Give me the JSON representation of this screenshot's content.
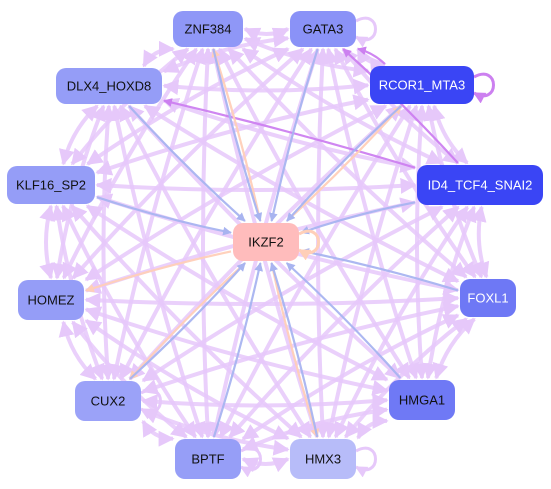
{
  "nodes": [
    {
      "id": "ZNF384",
      "label": "ZNF384",
      "fill": "#8f97f7",
      "text_color": "#111111"
    },
    {
      "id": "GATA3",
      "label": "GATA3",
      "fill": "#8a92f7",
      "text_color": "#111111"
    },
    {
      "id": "DLX4_HOXD8",
      "label": "DLX4_HOXD8",
      "fill": "#959df7",
      "text_color": "#111111"
    },
    {
      "id": "RCOR1_MTA3",
      "label": "RCOR1_MTA3",
      "fill": "#3a45f5",
      "text_color": "#ffffff"
    },
    {
      "id": "KLF16_SP2",
      "label": "KLF16_SP2",
      "fill": "#959df7",
      "text_color": "#111111"
    },
    {
      "id": "ID4_TCF4_SNAI2",
      "label": "ID4_TCF4_SNAI2",
      "fill": "#3a45f5",
      "text_color": "#ffffff"
    },
    {
      "id": "IKZF2",
      "label": "IKZF2",
      "fill": "#ffbcbc",
      "text_color": "#111111"
    },
    {
      "id": "HOMEZ",
      "label": "HOMEZ",
      "fill": "#959df7",
      "text_color": "#111111"
    },
    {
      "id": "FOXL1",
      "label": "FOXL1",
      "fill": "#6e78f5",
      "text_color": "#ffffff"
    },
    {
      "id": "CUX2",
      "label": "CUX2",
      "fill": "#9ba2f8",
      "text_color": "#111111"
    },
    {
      "id": "HMGA1",
      "label": "HMGA1",
      "fill": "#6f79f5",
      "text_color": "#111111"
    },
    {
      "id": "BPTF",
      "label": "BPTF",
      "fill": "#969ef7",
      "text_color": "#111111"
    },
    {
      "id": "HMX3",
      "label": "HMX3",
      "fill": "#b7bcf9",
      "text_color": "#111111"
    }
  ],
  "edges": [
    {
      "from": "ZNF384",
      "to": "IKZF2",
      "type": "blue"
    },
    {
      "from": "GATA3",
      "to": "IKZF2",
      "type": "blue"
    },
    {
      "from": "RCOR1_MTA3",
      "to": "IKZF2",
      "type": "blue"
    },
    {
      "from": "ID4_TCF4_SNAI2",
      "to": "IKZF2",
      "type": "blue"
    },
    {
      "from": "FOXL1",
      "to": "IKZF2",
      "type": "blue"
    },
    {
      "from": "HMGA1",
      "to": "IKZF2",
      "type": "blue"
    },
    {
      "from": "HMX3",
      "to": "IKZF2",
      "type": "blue"
    },
    {
      "from": "BPTF",
      "to": "IKZF2",
      "type": "blue"
    },
    {
      "from": "CUX2",
      "to": "IKZF2",
      "type": "blue"
    },
    {
      "from": "KLF16_SP2",
      "to": "IKZF2",
      "type": "blue"
    },
    {
      "from": "DLX4_HOXD8",
      "to": "IKZF2",
      "type": "blue"
    },
    {
      "from": "IKZF2",
      "to": "ZNF384",
      "type": "peach"
    },
    {
      "from": "IKZF2",
      "to": "RCOR1_MTA3",
      "type": "peach"
    },
    {
      "from": "IKZF2",
      "to": "HOMEZ",
      "type": "peach"
    },
    {
      "from": "IKZF2",
      "to": "HMX3",
      "type": "peach"
    },
    {
      "from": "IKZF2",
      "to": "CUX2",
      "type": "peach"
    },
    {
      "from": "ZNF384",
      "to": "GATA3",
      "type": "lilac"
    },
    {
      "from": "ZNF384",
      "to": "DLX4_HOXD8",
      "type": "lilac"
    },
    {
      "from": "ZNF384",
      "to": "RCOR1_MTA3",
      "type": "lilac"
    },
    {
      "from": "ZNF384",
      "to": "KLF16_SP2",
      "type": "lilac"
    },
    {
      "from": "ZNF384",
      "to": "ID4_TCF4_SNAI2",
      "type": "lilac"
    },
    {
      "from": "ZNF384",
      "to": "HOMEZ",
      "type": "lilac"
    },
    {
      "from": "ZNF384",
      "to": "FOXL1",
      "type": "lilac"
    },
    {
      "from": "ZNF384",
      "to": "CUX2",
      "type": "lilac"
    },
    {
      "from": "ZNF384",
      "to": "HMGA1",
      "type": "lilac"
    },
    {
      "from": "ZNF384",
      "to": "BPTF",
      "type": "lilac"
    },
    {
      "from": "ZNF384",
      "to": "HMX3",
      "type": "lilac"
    },
    {
      "from": "GATA3",
      "to": "DLX4_HOXD8",
      "type": "lilac"
    },
    {
      "from": "GATA3",
      "to": "RCOR1_MTA3",
      "type": "lilac"
    },
    {
      "from": "GATA3",
      "to": "KLF16_SP2",
      "type": "lilac"
    },
    {
      "from": "GATA3",
      "to": "ID4_TCF4_SNAI2",
      "type": "lilac"
    },
    {
      "from": "GATA3",
      "to": "HOMEZ",
      "type": "lilac"
    },
    {
      "from": "GATA3",
      "to": "FOXL1",
      "type": "lilac"
    },
    {
      "from": "GATA3",
      "to": "CUX2",
      "type": "lilac"
    },
    {
      "from": "GATA3",
      "to": "HMGA1",
      "type": "lilac"
    },
    {
      "from": "GATA3",
      "to": "BPTF",
      "type": "lilac"
    },
    {
      "from": "GATA3",
      "to": "HMX3",
      "type": "lilac"
    },
    {
      "from": "DLX4_HOXD8",
      "to": "RCOR1_MTA3",
      "type": "lilac"
    },
    {
      "from": "DLX4_HOXD8",
      "to": "KLF16_SP2",
      "type": "lilac"
    },
    {
      "from": "DLX4_HOXD8",
      "to": "ID4_TCF4_SNAI2",
      "type": "lilac"
    },
    {
      "from": "DLX4_HOXD8",
      "to": "HOMEZ",
      "type": "lilac"
    },
    {
      "from": "DLX4_HOXD8",
      "to": "FOXL1",
      "type": "lilac"
    },
    {
      "from": "DLX4_HOXD8",
      "to": "CUX2",
      "type": "lilac"
    },
    {
      "from": "DLX4_HOXD8",
      "to": "HMGA1",
      "type": "lilac"
    },
    {
      "from": "DLX4_HOXD8",
      "to": "BPTF",
      "type": "lilac"
    },
    {
      "from": "DLX4_HOXD8",
      "to": "HMX3",
      "type": "lilac"
    },
    {
      "from": "RCOR1_MTA3",
      "to": "KLF16_SP2",
      "type": "lilac"
    },
    {
      "from": "RCOR1_MTA3",
      "to": "ID4_TCF4_SNAI2",
      "type": "lilac"
    },
    {
      "from": "RCOR1_MTA3",
      "to": "HOMEZ",
      "type": "lilac"
    },
    {
      "from": "RCOR1_MTA3",
      "to": "FOXL1",
      "type": "lilac"
    },
    {
      "from": "RCOR1_MTA3",
      "to": "CUX2",
      "type": "lilac"
    },
    {
      "from": "RCOR1_MTA3",
      "to": "HMGA1",
      "type": "lilac"
    },
    {
      "from": "RCOR1_MTA3",
      "to": "BPTF",
      "type": "lilac"
    },
    {
      "from": "RCOR1_MTA3",
      "to": "HMX3",
      "type": "lilac"
    },
    {
      "from": "KLF16_SP2",
      "to": "ID4_TCF4_SNAI2",
      "type": "lilac"
    },
    {
      "from": "KLF16_SP2",
      "to": "HOMEZ",
      "type": "lilac"
    },
    {
      "from": "KLF16_SP2",
      "to": "FOXL1",
      "type": "lilac"
    },
    {
      "from": "KLF16_SP2",
      "to": "CUX2",
      "type": "lilac"
    },
    {
      "from": "KLF16_SP2",
      "to": "HMGA1",
      "type": "lilac"
    },
    {
      "from": "KLF16_SP2",
      "to": "BPTF",
      "type": "lilac"
    },
    {
      "from": "KLF16_SP2",
      "to": "HMX3",
      "type": "lilac"
    },
    {
      "from": "ID4_TCF4_SNAI2",
      "to": "HOMEZ",
      "type": "lilac"
    },
    {
      "from": "ID4_TCF4_SNAI2",
      "to": "FOXL1",
      "type": "lilac"
    },
    {
      "from": "ID4_TCF4_SNAI2",
      "to": "CUX2",
      "type": "lilac"
    },
    {
      "from": "ID4_TCF4_SNAI2",
      "to": "HMGA1",
      "type": "lilac"
    },
    {
      "from": "ID4_TCF4_SNAI2",
      "to": "BPTF",
      "type": "lilac"
    },
    {
      "from": "ID4_TCF4_SNAI2",
      "to": "HMX3",
      "type": "lilac"
    },
    {
      "from": "HOMEZ",
      "to": "FOXL1",
      "type": "lilac"
    },
    {
      "from": "HOMEZ",
      "to": "CUX2",
      "type": "lilac"
    },
    {
      "from": "HOMEZ",
      "to": "HMGA1",
      "type": "lilac"
    },
    {
      "from": "HOMEZ",
      "to": "BPTF",
      "type": "lilac"
    },
    {
      "from": "HOMEZ",
      "to": "HMX3",
      "type": "lilac"
    },
    {
      "from": "FOXL1",
      "to": "CUX2",
      "type": "lilac"
    },
    {
      "from": "FOXL1",
      "to": "HMGA1",
      "type": "lilac"
    },
    {
      "from": "FOXL1",
      "to": "BPTF",
      "type": "lilac"
    },
    {
      "from": "FOXL1",
      "to": "HMX3",
      "type": "lilac"
    },
    {
      "from": "CUX2",
      "to": "HMGA1",
      "type": "lilac"
    },
    {
      "from": "CUX2",
      "to": "BPTF",
      "type": "lilac"
    },
    {
      "from": "CUX2",
      "to": "HMX3",
      "type": "lilac"
    },
    {
      "from": "HMGA1",
      "to": "BPTF",
      "type": "lilac"
    },
    {
      "from": "HMGA1",
      "to": "HMX3",
      "type": "lilac"
    },
    {
      "from": "BPTF",
      "to": "HMX3",
      "type": "lilac"
    },
    {
      "from": "RCOR1_MTA3",
      "to": "GATA3",
      "type": "violet"
    },
    {
      "from": "ID4_TCF4_SNAI2",
      "to": "GATA3",
      "type": "violet"
    },
    {
      "from": "ID4_TCF4_SNAI2",
      "to": "DLX4_HOXD8",
      "type": "violet"
    }
  ],
  "self_loops": [
    {
      "node": "GATA3",
      "type": "lilac"
    },
    {
      "node": "RCOR1_MTA3",
      "type": "violet"
    },
    {
      "node": "IKZF2",
      "type": "peach"
    },
    {
      "node": "CUX2",
      "type": "lilac"
    },
    {
      "node": "HMX3",
      "type": "lilac"
    },
    {
      "node": "BPTF",
      "type": "lilac"
    }
  ],
  "edge_colors": {
    "lilac": "#e6c8fa",
    "blue": "#a8b4f0",
    "peach": "#ffcfb8",
    "violet": "#cc80f0"
  }
}
